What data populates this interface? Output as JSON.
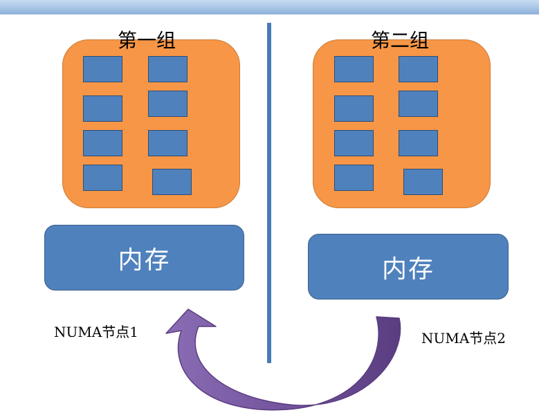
{
  "groups": [
    {
      "label": "第一组"
    },
    {
      "label": "第二组"
    }
  ],
  "memory": [
    {
      "label": "内存"
    },
    {
      "label": "内存"
    }
  ],
  "nodes": [
    {
      "label": "NUMA节点1"
    },
    {
      "label": "NUMA节点2"
    }
  ],
  "colors": {
    "group_fill": "#f79646",
    "core_fill": "#4f81bd",
    "memory_fill": "#4f81bd",
    "divider": "#4a7ab5",
    "arrow": "#7e5fa6"
  }
}
